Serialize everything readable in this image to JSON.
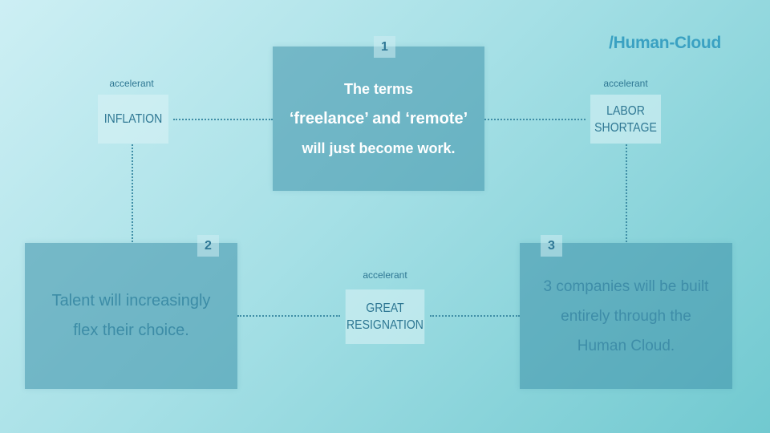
{
  "brand": "/Human-Cloud",
  "accelerant_label": "accelerant",
  "nodes": [
    {
      "number": "1",
      "lines": [
        "The terms",
        "‘freelance’ and ‘remote’",
        "will just become work."
      ]
    },
    {
      "number": "2",
      "lines": [
        "Talent will increasingly",
        "flex their choice."
      ]
    },
    {
      "number": "3",
      "lines": [
        "3 companies will be built",
        "entirely through the",
        "Human Cloud."
      ]
    }
  ],
  "accelerants": {
    "inflation": "INFLATION",
    "labor_shortage": "LABOR\nSHORTAGE",
    "great_resignation": "GREAT\nRESIGNATION"
  },
  "colors": {
    "box": "#3e91aa",
    "brand": "#3aa1c2",
    "connector": "#3f8ea6"
  }
}
